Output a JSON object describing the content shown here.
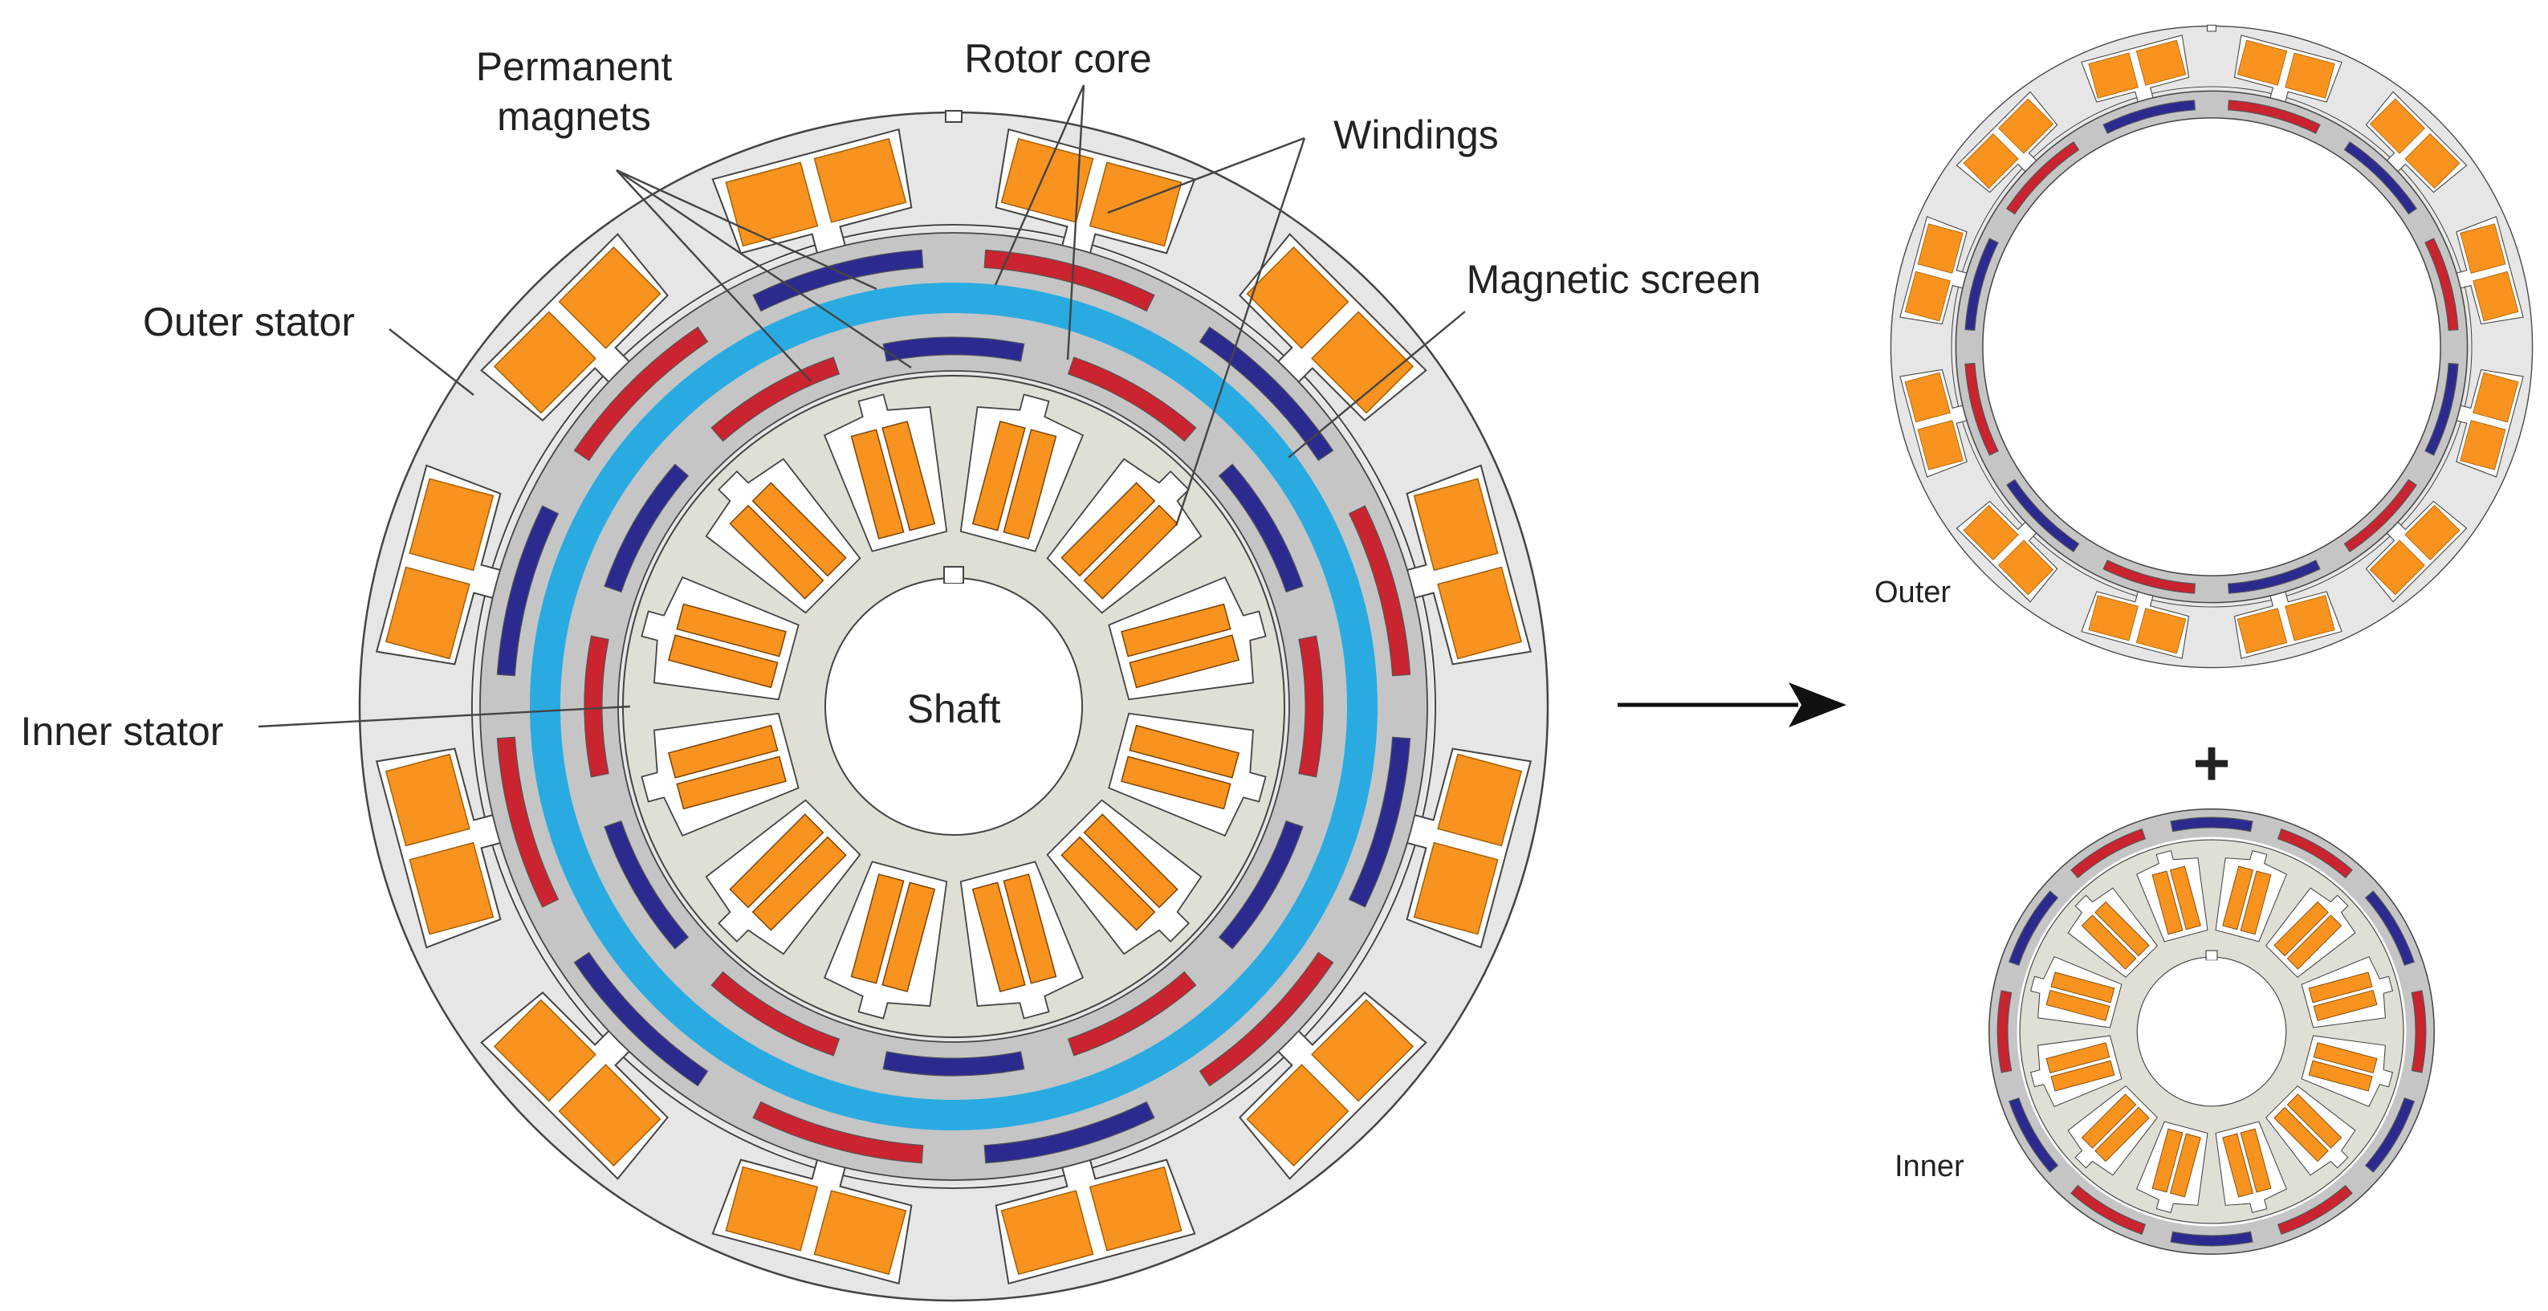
{
  "labels": {
    "permanent_magnets_line1": "Permanent",
    "permanent_magnets_line2": "magnets",
    "rotor_core": "Rotor core",
    "windings": "Windings",
    "magnetic_screen": "Magnetic screen",
    "outer_stator": "Outer stator",
    "inner_stator": "Inner stator",
    "shaft": "Shaft",
    "outer": "Outer",
    "inner": "Inner",
    "plus": "+"
  },
  "colors": {
    "stator_fill": "#e6e6e6",
    "inner_stator_fill": "#e0dfd6",
    "rotor_core": "#c5c5c5",
    "magnet_red": "#c9242f",
    "magnet_blue": "#2b2b8f",
    "screen": "#29abe2",
    "winding": "#f7931e",
    "outline": "#444444"
  },
  "structure": {
    "outer_stator_slots": 12,
    "inner_stator_slots": 12,
    "outer_magnets": 12,
    "inner_magnets": 12
  }
}
